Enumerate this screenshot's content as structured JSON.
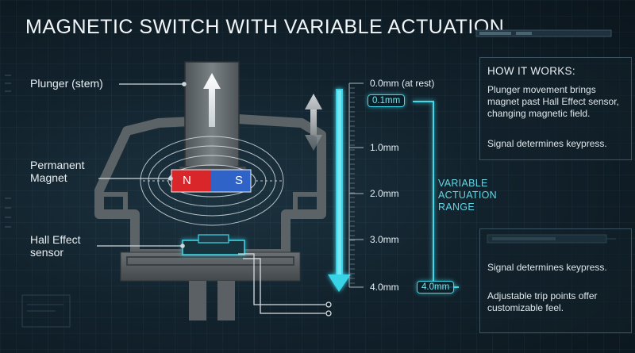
{
  "title": "MAGNETIC SWITCH WITH VARIABLE ACTUATION",
  "labels": {
    "plunger": "Plunger (stem)",
    "magnet_line1": "Permanent",
    "magnet_line2": "Magnet",
    "sensor_line1": "Hall Effect",
    "sensor_line2": "sensor",
    "magnet_n": "N",
    "magnet_s": "S"
  },
  "scale": {
    "ticks": [
      "0.0mm (at rest)",
      "1.0mm",
      "2.0mm",
      "3.0mm",
      "4.0mm"
    ],
    "highlight_top": "0.1mm",
    "highlight_bottom": "4.0mm",
    "range_line1": "VARIABLE",
    "range_line2": "ACTUATION",
    "range_line3": "RANGE"
  },
  "panel1": {
    "heading": "HOW IT WORKS:",
    "text1": "Plunger movement brings magnet past Hall Effect sensor, changing magnetic field.",
    "text2": "Signal determines keypress."
  },
  "panel2": {
    "text1": "Signal determines keypress.",
    "text2": "Adjustable trip points offer customizable feel."
  },
  "colors": {
    "accent": "#3fd9ea",
    "magnet_north": "#d8262b",
    "magnet_south": "#2f63c8",
    "housing": "#5b6164"
  }
}
